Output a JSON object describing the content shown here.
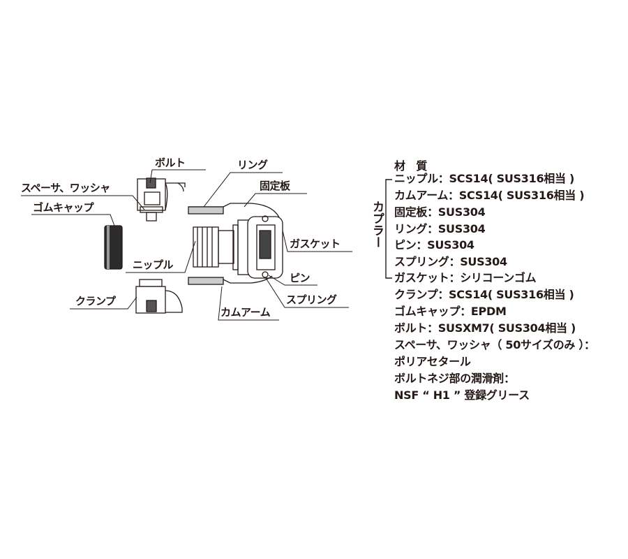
{
  "diagram_labels": {
    "bolt": "ボルト",
    "spacer_washer": "スペーサ、ワッシャ",
    "rubber_cap": "ゴムキャップ",
    "nipple": "ニップル",
    "clamp": "クランプ",
    "ring": "リング",
    "fixed_plate": "固定板",
    "gasket": "ガスケット",
    "pin": "ピン",
    "spring": "スプリング",
    "cam_arm": "カムアーム"
  },
  "materials": {
    "heading": "材　質",
    "group_label": "カプラー",
    "items": [
      "ニップル：SCS14( SUS316相当 )",
      "カムアーム：SCS14( SUS316相当 )",
      "固定板：SUS304",
      "リング：SUS304",
      "ピン：SUS304",
      "スプリング：SUS304",
      "ガスケット：シリコーンゴム",
      "クランプ：SCS14( SUS316相当 )",
      "ゴムキャップ：EPDM",
      "ボルト：SUSXM7( SUS304相当 )",
      "スペーサ、ワッシャ（ 50サイズのみ ）：",
      "ポリアセタール",
      "ボルトネジ部の潤滑剤：",
      "NSF “ H1 ” 登録グリース"
    ]
  }
}
